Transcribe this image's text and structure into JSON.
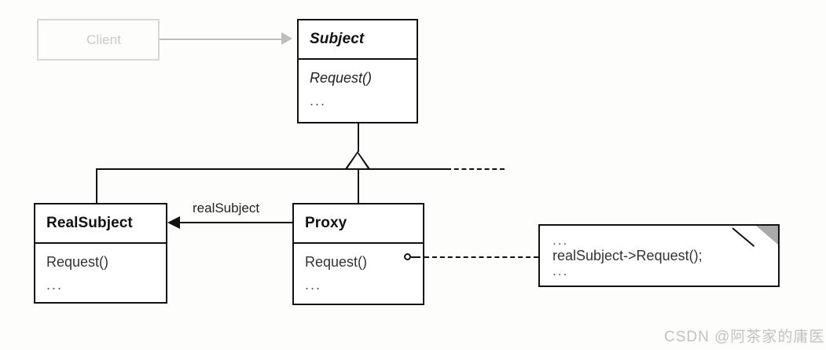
{
  "diagram": {
    "title": "Proxy design pattern UML class diagram",
    "background_color": "#fdfdfb",
    "classes": [
      {
        "id": "client",
        "name": "Client",
        "style": "faded",
        "members": []
      },
      {
        "id": "subject",
        "name": "Subject",
        "style": "abstract",
        "members": [
          "Request()",
          "..."
        ]
      },
      {
        "id": "realsubject",
        "name": "RealSubject",
        "style": "concrete",
        "members": [
          "Request()",
          "..."
        ]
      },
      {
        "id": "proxy",
        "name": "Proxy",
        "style": "concrete",
        "members": [
          "Request()",
          "..."
        ]
      }
    ],
    "associations": [
      {
        "id": "proxy-realsubject",
        "label": "realSubject",
        "from": "Proxy",
        "to": "RealSubject",
        "kind": "association-filled-arrow"
      },
      {
        "id": "client-subject",
        "label": "",
        "from": "Client",
        "to": "Subject",
        "kind": "dependency-gray-arrow"
      },
      {
        "id": "generalization",
        "label": "",
        "from": "RealSubject, Proxy",
        "to": "Subject",
        "kind": "generalization-hollow-triangle"
      }
    ],
    "note": {
      "line1": "...",
      "line2": "realSubject->Request();",
      "line3": "...",
      "anchor": "Proxy::Request()"
    },
    "watermark": "CSDN @阿茶家的庸医"
  }
}
